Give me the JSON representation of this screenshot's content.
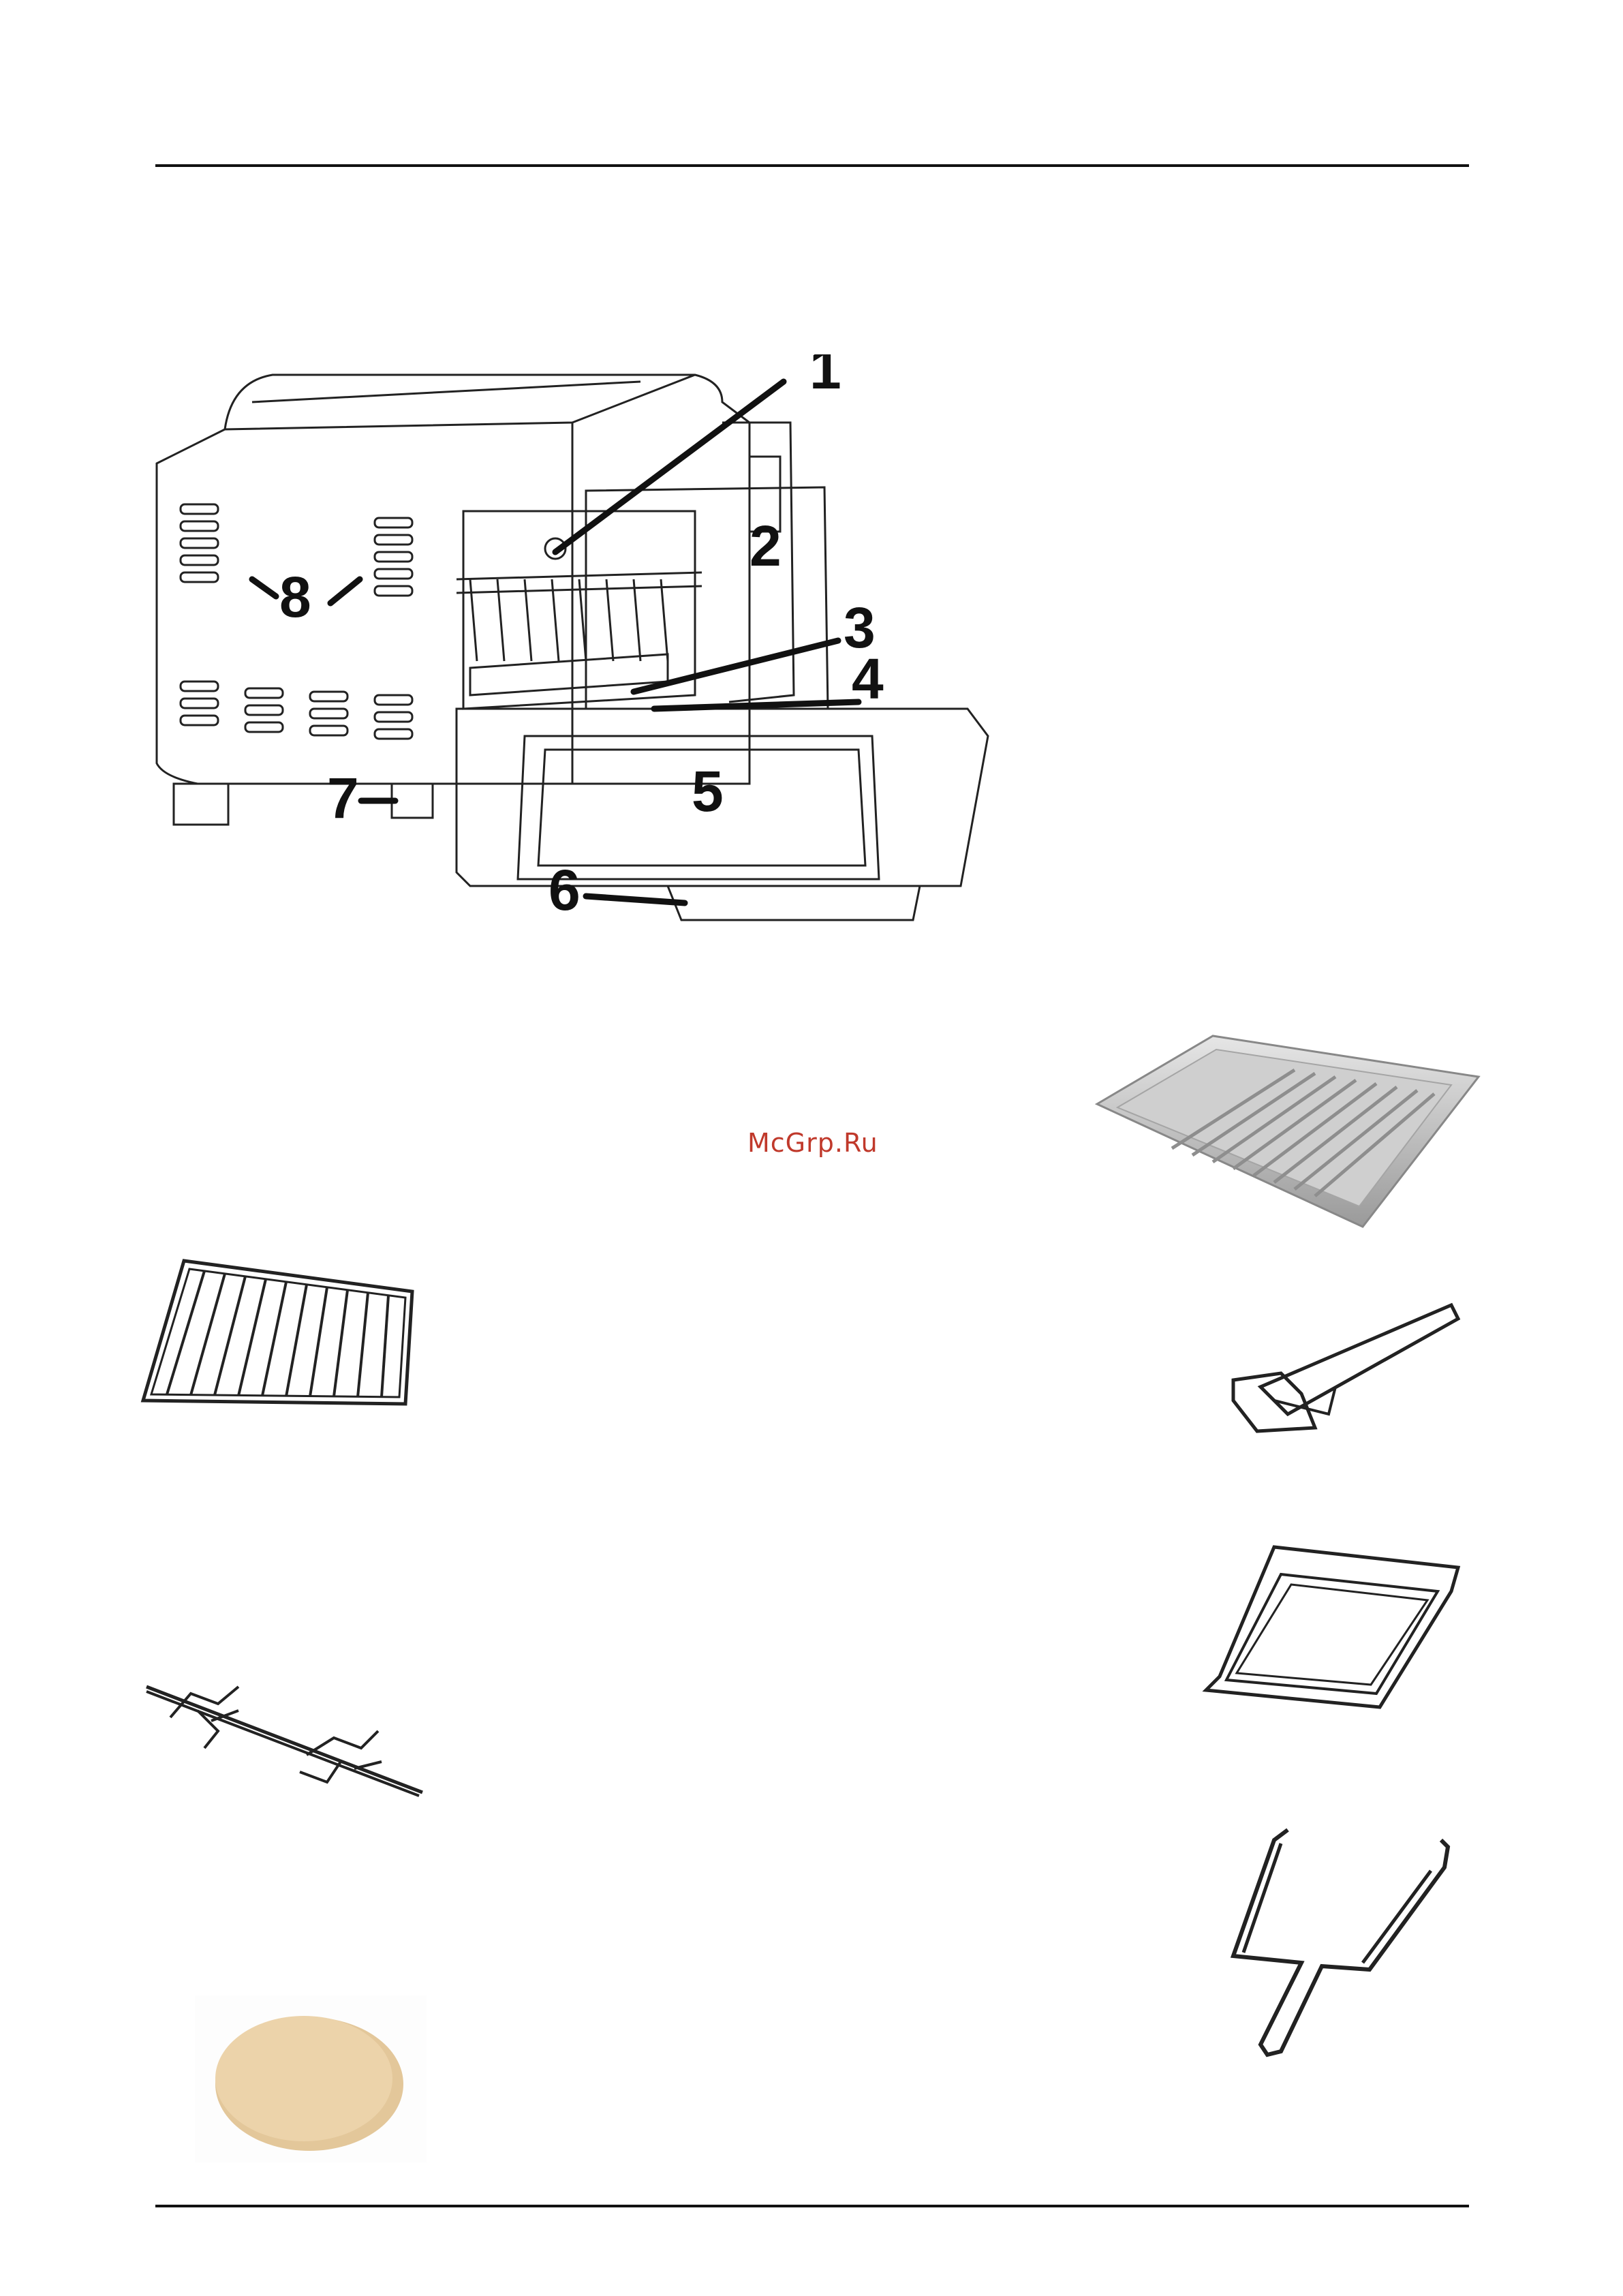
{
  "watermark": "McGrp.Ru",
  "callouts": [
    "1",
    "2",
    "3",
    "4",
    "5",
    "6",
    "7",
    "8"
  ],
  "accessories": [
    {
      "icon": "baking-tray-icon"
    },
    {
      "icon": "wire-rack-icon"
    },
    {
      "icon": "rack-handle-icon"
    },
    {
      "icon": "rotisserie-spit-icon"
    },
    {
      "icon": "crumb-tray-icon"
    },
    {
      "icon": "pizza-stone-icon"
    },
    {
      "icon": "rotisserie-handle-icon"
    }
  ],
  "colors": {
    "rule": "#111111",
    "watermark": "#c0392b",
    "stone": "#e8cfa6"
  }
}
